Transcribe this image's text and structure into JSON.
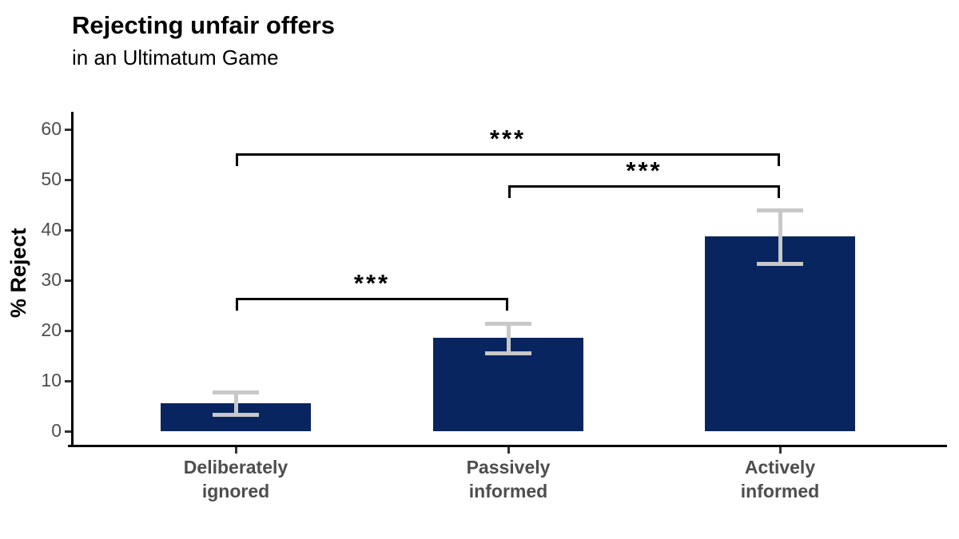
{
  "chart_data": {
    "type": "bar",
    "title": "Rejecting unfair offers",
    "subtitle": "in an Ultimatum Game",
    "ylabel": "% Reject",
    "xlabel": "",
    "categories": [
      "Deliberately\nignored",
      "Passively\ninformed",
      "Actively\ninformed"
    ],
    "values": [
      5.6,
      18.5,
      38.8
    ],
    "error_low": [
      3.3,
      15.5,
      33.4
    ],
    "error_high": [
      7.8,
      21.5,
      44.0
    ],
    "yticks": [
      0,
      10,
      20,
      30,
      40,
      50,
      60
    ],
    "ylim": [
      0,
      63
    ],
    "grid": false,
    "legend": "none",
    "significance": [
      {
        "from": 0,
        "to": 1,
        "label": "***",
        "y": 26.5
      },
      {
        "from": 1,
        "to": 2,
        "label": "***",
        "y": 48.9
      },
      {
        "from": 0,
        "to": 2,
        "label": "***",
        "y": 55.2
      }
    ],
    "colors": {
      "bar": "#082560",
      "error_bar": "#c8c8c8",
      "axis": "#000000",
      "tick_label": "#4d4d4d",
      "background": "#ffffff"
    }
  }
}
